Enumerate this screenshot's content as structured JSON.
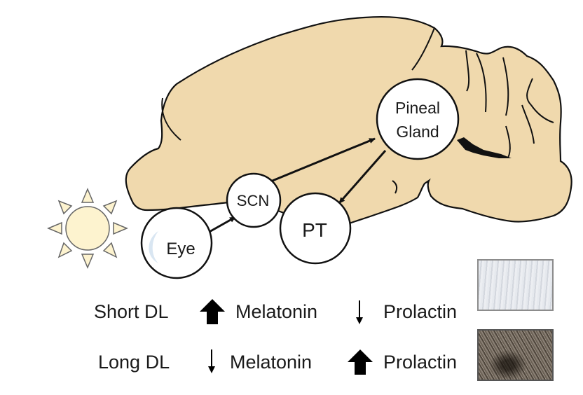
{
  "diagram": {
    "nodes": {
      "eye": "Eye",
      "scn": "SCN",
      "pt": "PT",
      "pineal_line1": "Pineal",
      "pineal_line2": "Gland"
    },
    "colors": {
      "brain_fill": "#f0d9ad",
      "sun_fill": "#fdf3cf",
      "eye_crescent": "#d9e6f2",
      "stroke": "#111111"
    },
    "edges": [
      {
        "from": "Eye",
        "to": "SCN"
      },
      {
        "from": "SCN",
        "to": "Pineal Gland"
      },
      {
        "from": "Pineal Gland",
        "to": "PT"
      }
    ]
  },
  "legend": {
    "rows": [
      {
        "condition": "Short DL",
        "melatonin_direction": "up",
        "melatonin_label": "Melatonin",
        "prolactin_direction": "down",
        "prolactin_label": "Prolactin",
        "fur_sample": "white fur"
      },
      {
        "condition": "Long DL",
        "melatonin_direction": "down",
        "melatonin_label": "Melatonin",
        "prolactin_direction": "up",
        "prolactin_label": "Prolactin",
        "fur_sample": "dark fur"
      }
    ]
  }
}
